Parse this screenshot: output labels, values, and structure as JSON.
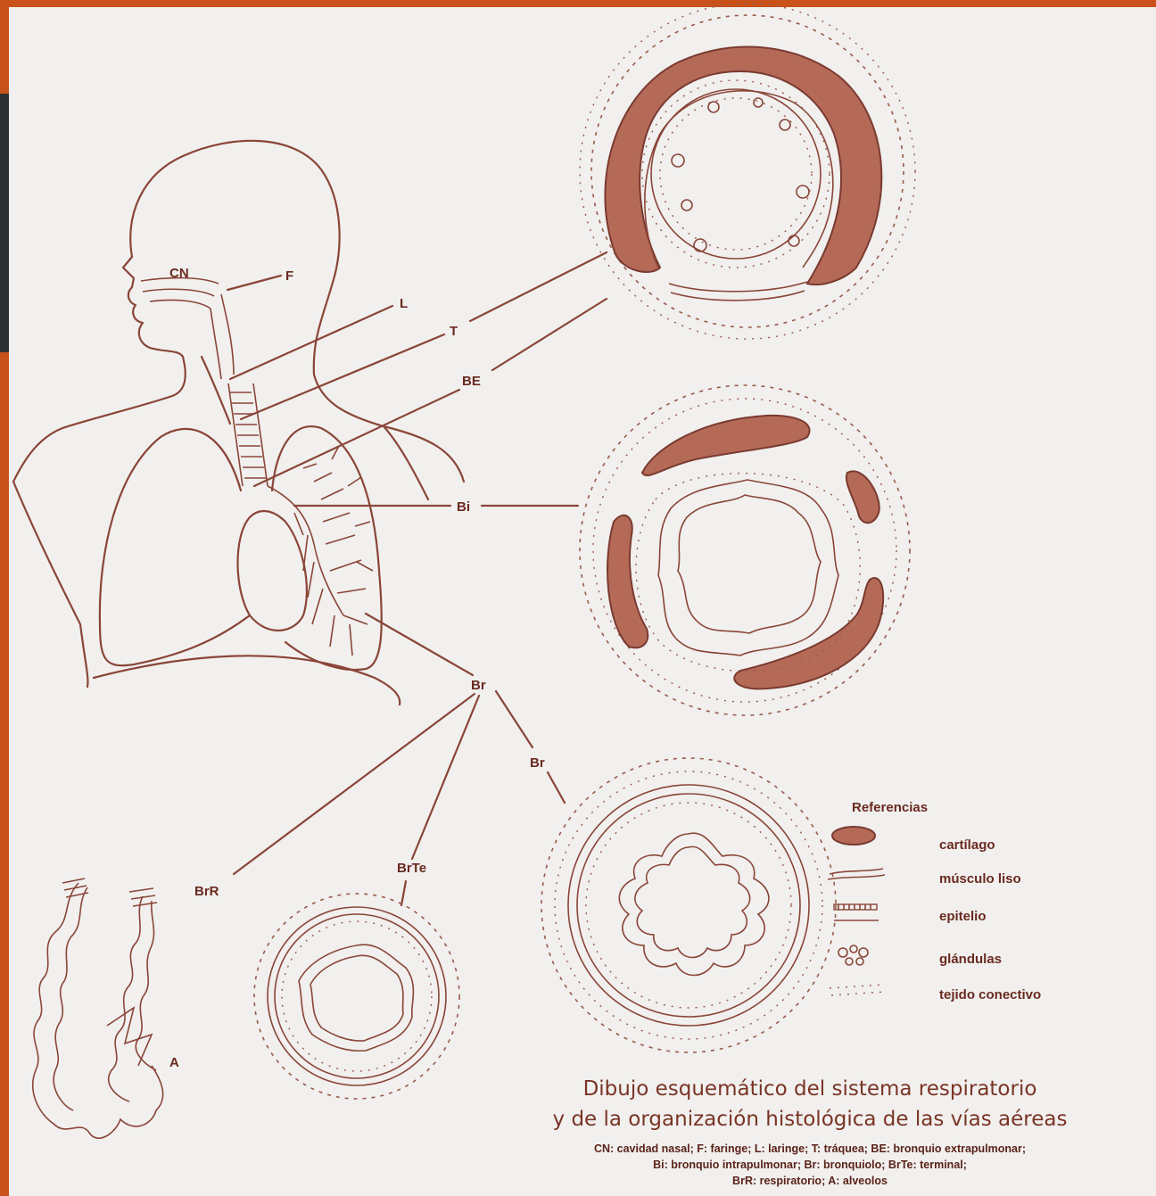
{
  "labels": {
    "cn": "CN",
    "f": "F",
    "l": "L",
    "t": "T",
    "be": "BE",
    "bi": "Bi",
    "br1": "Br",
    "br2": "Br",
    "brte": "BrTe",
    "brr": "BrR",
    "a": "A"
  },
  "legend": {
    "heading": "Referencias",
    "items": [
      "cartílago",
      "músculo liso",
      "epitelio",
      "glándulas",
      "tejido conectivo"
    ]
  },
  "title": {
    "line1": "Dibujo esquemático del sistema respiratorio",
    "line2": "y de la organización histológica de las vías aéreas"
  },
  "caption": {
    "line1": "CN: cavidad nasal; F: faringe; L: laringe; T: tráquea; BE: bronquio extrapulmonar;",
    "line2": "Bi: bronquio intrapulmonar; Br: bronquiolo; BrTe: terminal;",
    "line3": "BrR: respiratorio; A: alveolos"
  },
  "colors": {
    "ink": "#8a4538",
    "cartilage": "#b56a58",
    "paper": "#f1f0ee",
    "frame_accent": "#c9521a"
  }
}
